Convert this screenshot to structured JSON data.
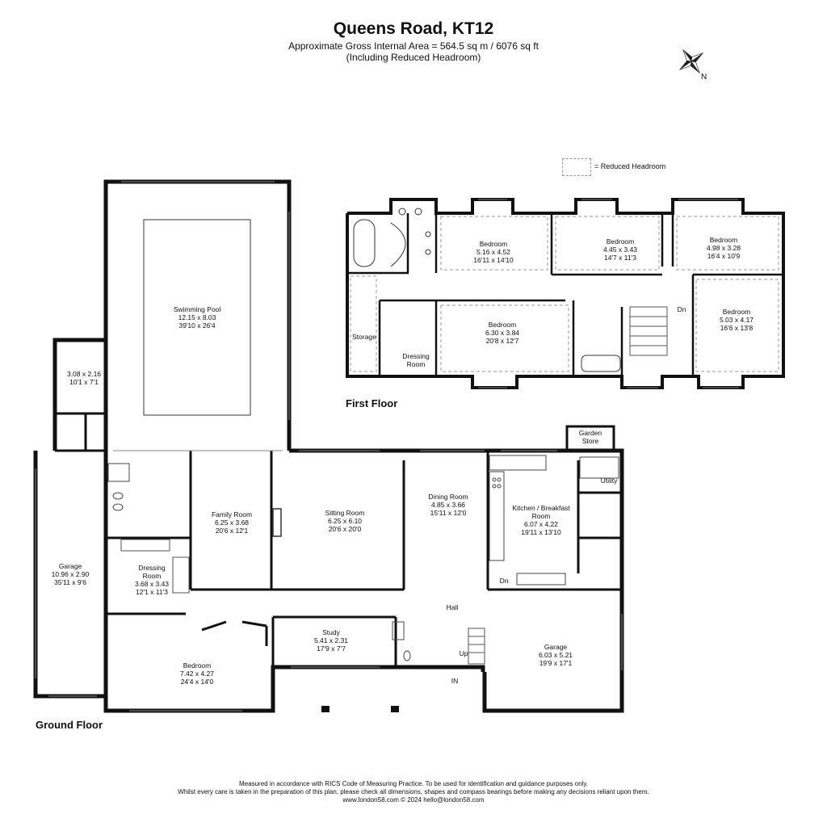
{
  "header": {
    "title": "Queens Road, KT12",
    "area_line": "Approximate Gross Internal Area = 564.5 sq m / 6076 sq ft",
    "note_line": "(Including Reduced Headroom)"
  },
  "compass": {
    "north_label": "N"
  },
  "legend": {
    "label": "= Reduced Headroom"
  },
  "floors": {
    "first": {
      "label": "First Floor"
    },
    "ground": {
      "label": "Ground Floor"
    }
  },
  "first_floor_rooms": [
    {
      "name": "Bedroom",
      "metric": "5.16 x 4.52",
      "imperial": "16'11 x 14'10"
    },
    {
      "name": "Bedroom",
      "metric": "4.45 x 3.43",
      "imperial": "14'7 x 11'3"
    },
    {
      "name": "Bedroom",
      "metric": "4.98 x 3.28",
      "imperial": "16'4 x 10'9"
    },
    {
      "name": "Bedroom",
      "metric": "6.30 x 3.84",
      "imperial": "20'8 x 12'7"
    },
    {
      "name": "Bedroom",
      "metric": "5.03 x 4.17",
      "imperial": "16'6 x 13'8"
    },
    {
      "name": "Storage",
      "metric": "",
      "imperial": ""
    },
    {
      "name": "Dressing Room",
      "metric": "",
      "imperial": ""
    }
  ],
  "ground_floor_rooms": [
    {
      "name": "Swimming Pool",
      "metric": "12.15 x 8.03",
      "imperial": "39'10 x 26'4"
    },
    {
      "name": "",
      "metric": "3.08 x 2.16",
      "imperial": "10'1 x 7'1"
    },
    {
      "name": "Garage",
      "metric": "10.96 x 2.90",
      "imperial": "35'11 x 9'6"
    },
    {
      "name": "Family Room",
      "metric": "6.25 x 3.68",
      "imperial": "20'6 x 12'1"
    },
    {
      "name": "Sitting Room",
      "metric": "6.25 x 6.10",
      "imperial": "20'6 x 20'0"
    },
    {
      "name": "Dining Room",
      "metric": "4.85 x 3.66",
      "imperial": "15'11 x 12'0"
    },
    {
      "name": "Kitchen / Breakfast Room",
      "metric": "6.07 x 4.22",
      "imperial": "19'11 x 13'10"
    },
    {
      "name": "Dressing Room",
      "metric": "3.68 x 3.43",
      "imperial": "12'1 x 11'3"
    },
    {
      "name": "Study",
      "metric": "5.41 x 2.31",
      "imperial": "17'9 x 7'7"
    },
    {
      "name": "Bedroom",
      "metric": "7.42 x 4.27",
      "imperial": "24'4 x 14'0"
    },
    {
      "name": "Garage",
      "metric": "6.03 x 5.21",
      "imperial": "19'9 x 17'1"
    },
    {
      "name": "Hall",
      "metric": "",
      "imperial": ""
    },
    {
      "name": "Utility",
      "metric": "",
      "imperial": ""
    },
    {
      "name": "Garden Store",
      "metric": "",
      "imperial": ""
    }
  ],
  "markers": {
    "dn_first": "Dn",
    "dn_ground": "Dn",
    "up": "Up",
    "in": "IN"
  },
  "footer": {
    "line1": "Measured in accordance with RICS Code of Measuring Practice. To be used for identification and guidance purposes only.",
    "line2": "Whilst every care is taken in the preparation of this plan, please check all dimensions, shapes and compass bearings before making any decisions reliant upon them.",
    "line3": "www.london58.com © 2024 hello@london58.com"
  }
}
